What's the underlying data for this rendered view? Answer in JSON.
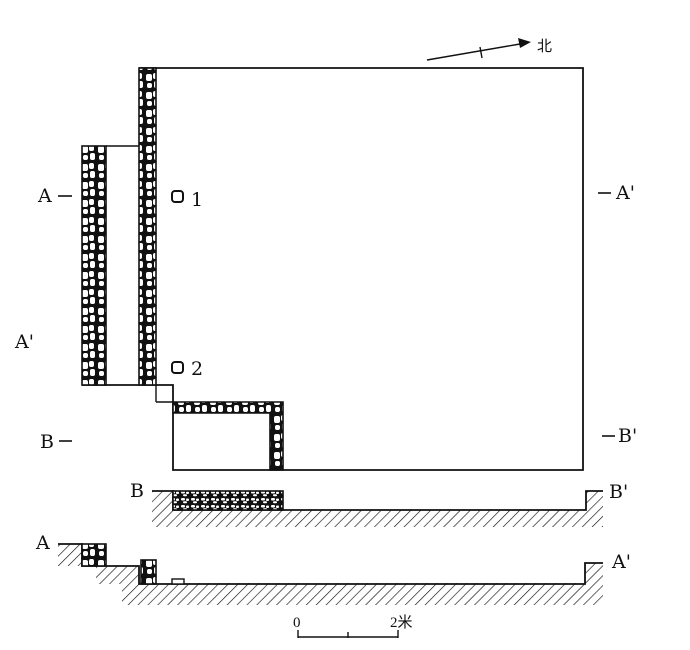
{
  "north_label": "北",
  "section_markers": {
    "a_left": "A",
    "a_right": "A'",
    "a_prime_left": "A'",
    "b_left": "B",
    "b_right": "B'"
  },
  "post_holes": [
    {
      "label": "1"
    },
    {
      "label": "2"
    }
  ],
  "section_b": {
    "left_label": "B",
    "right_label": "B'"
  },
  "section_a": {
    "left_label": "A",
    "right_label": "A'"
  },
  "scale_bar": {
    "start_label": "0",
    "end_label": "2米"
  },
  "colors": {
    "ink": "#111111",
    "stone_fill": "#ffffff"
  }
}
